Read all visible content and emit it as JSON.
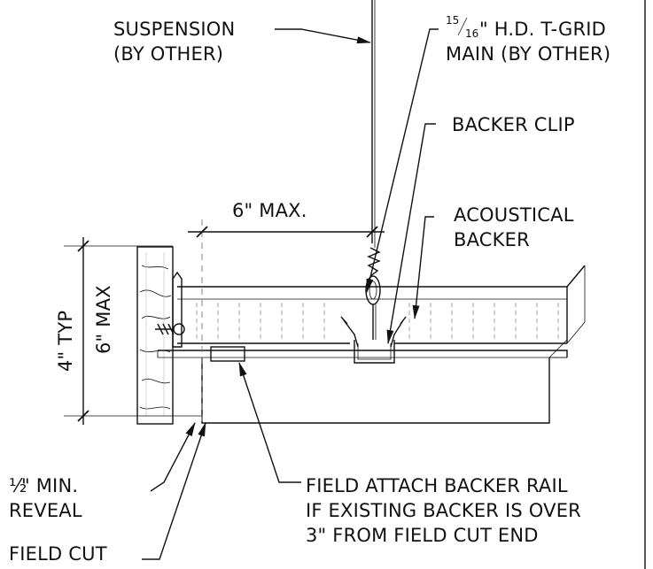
{
  "labels": {
    "suspension": [
      "SUSPENSION",
      "(BY OTHER)"
    ],
    "tgrid_frac_num": "15",
    "tgrid_frac_den": "16",
    "tgrid_line1": "\" H.D. T-GRID",
    "tgrid_line2": "MAIN (BY OTHER)",
    "backer_clip": "BACKER CLIP",
    "max_dim": "6\" MAX.",
    "acoustical": [
      "ACOUSTICAL",
      "BACKER"
    ],
    "height_typ": "4\" TYP",
    "height_max": "6\" MAX",
    "reveal_frac": "½",
    "reveal_line1": "\" MIN.",
    "reveal_line2": "REVEAL",
    "field_cut": "FIELD CUT",
    "field_attach": [
      "FIELD ATTACH BACKER RAIL",
      "IF EXISTING BACKER IS OVER",
      "3\" FROM FIELD CUT END"
    ]
  }
}
